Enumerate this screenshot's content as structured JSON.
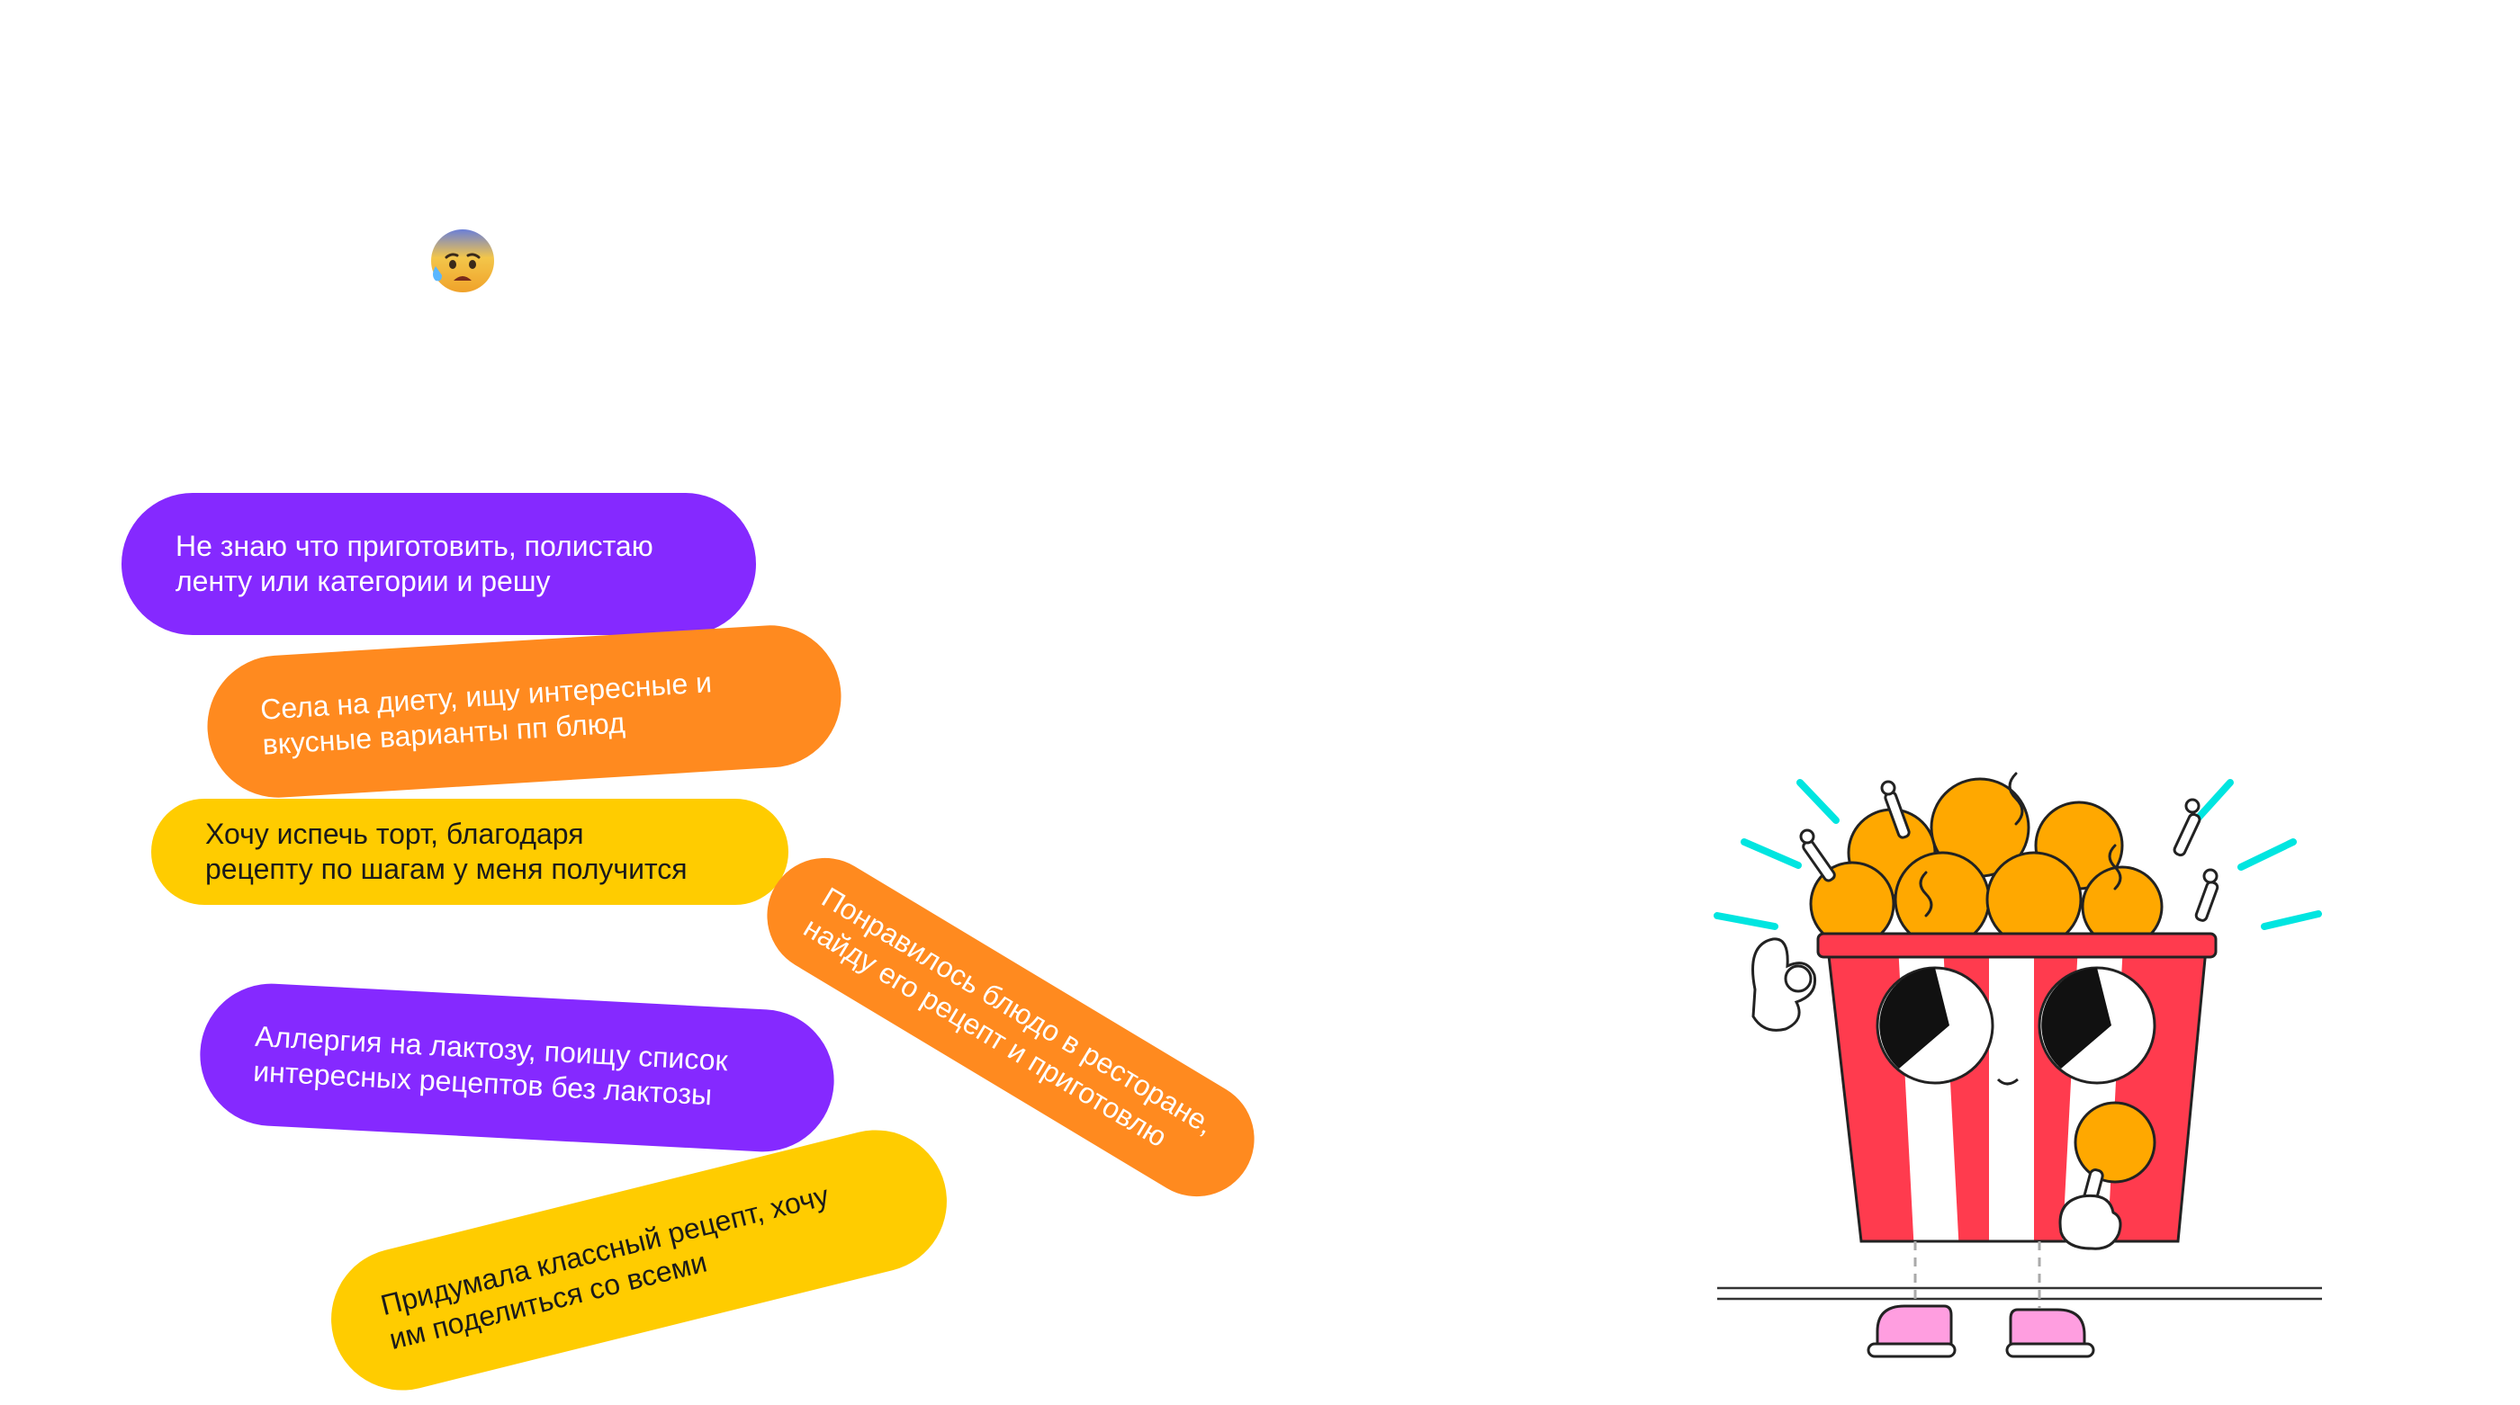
{
  "emoji": {
    "icon": "anxious-face-with-sweat-icon"
  },
  "bubbles": [
    {
      "text": "Не знаю что приготовить, полистаю\nленту или категории и решу",
      "color": "#8529ff"
    },
    {
      "text": "Села на диету, ищу интересные и\nвкусные варианты пп блюд",
      "color": "#ff8a1f"
    },
    {
      "text": "Хочу испечь торт, благодаря\nрецепту по шагам у меня получится",
      "color": "#ffcc00"
    },
    {
      "text": "Понравилось блюдо в ресторане,\nнайду его рецепт и приготовлю",
      "color": "#ff8a1f"
    },
    {
      "text": "Аллергия на лактозу, поищу список\nинтересных рецептов без лактозы",
      "color": "#8529ff"
    },
    {
      "text": "Придумала классный рецепт, хочу\nим поделиться со всеми",
      "color": "#ffcc00"
    }
  ],
  "illustration": {
    "icon": "chicken-bucket-mascot-icon",
    "colors": {
      "bucket_red": "#ff3b4e",
      "chicken": "#ffa800",
      "accent_cyan": "#00e5e0",
      "shoes": "#ff9ee0"
    }
  }
}
